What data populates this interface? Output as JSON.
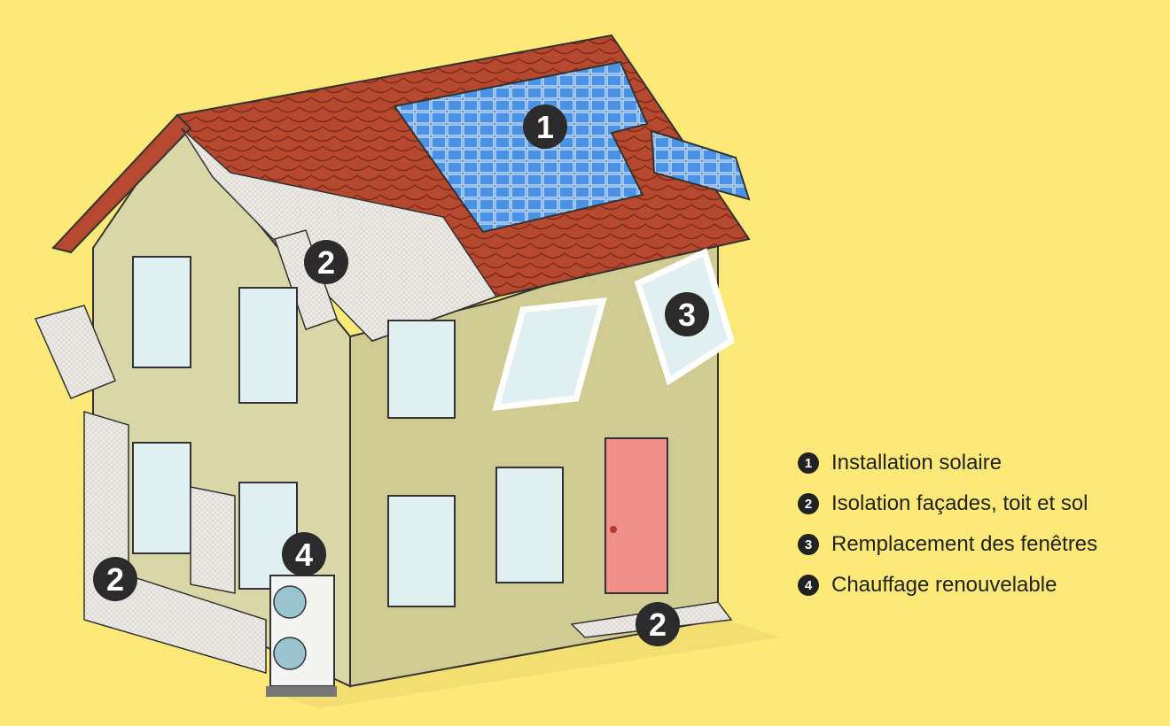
{
  "colors": {
    "background": "#FDE978",
    "wall": "#D4D29F",
    "roof": "#B5482E",
    "solar": "#2F7BD6",
    "insulation": "#ECEBE6",
    "door": "#F09088",
    "marker": "#2B2B2B"
  },
  "markers": {
    "solar": "1",
    "insulation_roof": "2",
    "insulation_wall": "2",
    "insulation_floor": "2",
    "windows": "3",
    "heating": "4"
  },
  "legend": [
    {
      "num": "1",
      "label": "Installation solaire"
    },
    {
      "num": "2",
      "label": "Isolation façades, toit et sol"
    },
    {
      "num": "3",
      "label": "Remplacement des fenêtres"
    },
    {
      "num": "4",
      "label": "Chauffage renouvelable"
    }
  ]
}
